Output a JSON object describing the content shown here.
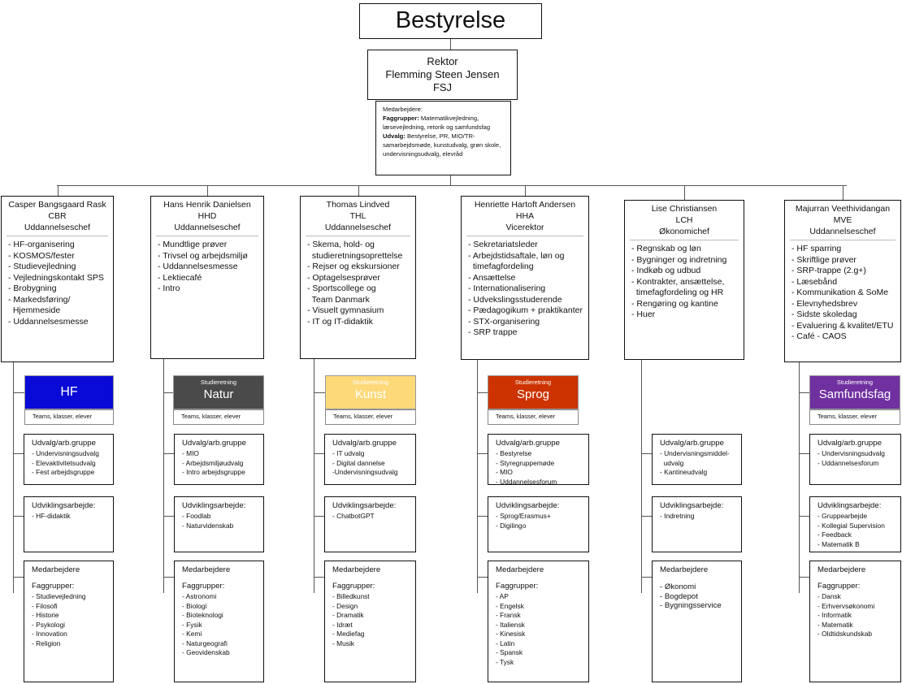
{
  "top": {
    "board": "Bestyrelse",
    "rector_lines": [
      "Rektor",
      "Flemming Steen Jensen",
      "FSJ"
    ],
    "staff_label": "Medarbejdere:",
    "faggrupper_label": "Faggrupper:",
    "faggrupper_text": "Matematikvejledning, læsevejledning, retorik og samfundsfag",
    "udvalg_label": "Udvalg:",
    "udvalg_text": "Bestyrelse, PR, MIO/TR-samarbejdsmøde, kunstudvalg, grøn skole, undervisningsudvalg, elevråd"
  },
  "columns": [
    {
      "head": [
        "Casper Bangsgaard Rask",
        "CBR",
        "Uddannelseschef"
      ],
      "tasks": [
        "- HF-organisering",
        "- KOSMOS/fester",
        "- Studievejledning",
        "- Vejledningskontakt SPS",
        "- Brobygning",
        "- Markedsføring/",
        "  Hjemmeside",
        "- Uddannelsesmesse"
      ],
      "strand": {
        "small": "",
        "big": "HF",
        "color": "#0a0ad6",
        "text_color": "#ffffff"
      },
      "strand_sub": "Teams, klasser, elever",
      "udvalg_title": "Udvalg/arb.gruppe",
      "udvalg": [
        "- Undervisningsudvalg",
        "- Elevaktivitetsudvalg",
        "- Fest arbejdsgruppe"
      ],
      "udv_title": "Udviklingsarbejde:",
      "udv": [
        "- HF-didaktik"
      ],
      "staff_title": "Medarbejdere",
      "fag_title": "Faggrupper:",
      "fag": [
        "- Studievejledning",
        "- Filosofi",
        "- Historie",
        "- Psykologi",
        "- Innovation",
        "- Religion"
      ]
    },
    {
      "head": [
        "Hans Henrik Danielsen",
        "HHD",
        "Uddannelseschef"
      ],
      "tasks": [
        "- Mundtlige prøver",
        "- Trivsel og arbejdsmiljø",
        "- Uddannelsesmesse",
        "- Lektiecafé",
        "- Intro"
      ],
      "strand": {
        "small": "Studieretning",
        "big": "Natur",
        "color": "#4a4a4a",
        "text_color": "#ffffff"
      },
      "strand_sub": "Teams, klasser, elever",
      "udvalg_title": "Udvalg/arb.gruppe",
      "udvalg": [
        "- MIO",
        "- Arbejdsmiljøudvalg",
        "- Intro arbejdsgruppe"
      ],
      "udv_title": "Udviklingsarbejde:",
      "udv": [
        "- Foodlab",
        "- Naturvidenskab"
      ],
      "staff_title": "Medarbejdere",
      "fag_title": "Faggrupper:",
      "fag": [
        "- Astronomi",
        "- Biologi",
        "- Bioteknologi",
        "- Fysik",
        "- Kemi",
        "- Naturgeografi",
        "- Geovidenskab"
      ]
    },
    {
      "head": [
        "Thomas Lindved",
        "THL",
        "Uddannelseschef"
      ],
      "tasks": [
        "- Skema, hold- og",
        "  studieretningsoprettelse",
        "- Rejser og ekskursioner",
        "- Optagelsesprøver",
        "- Sportscollege og",
        "  Team Danmark",
        "- Visuelt gymnasium",
        "- IT og IT-didaktik"
      ],
      "strand": {
        "small": "Studieretning",
        "big": "Kunst",
        "color": "#fdd97a",
        "text_color": "#ffffff"
      },
      "strand_sub": "Teams, klasser, elever",
      "udvalg_title": "Udvalg/arb.gruppe",
      "udvalg": [
        "- IT udvalg",
        "- Digital dannelse",
        "-Undervisningsudvalg"
      ],
      "udv_title": "Udviklingsarbejde:",
      "udv": [
        "- ChatbotGPT"
      ],
      "staff_title": "Medarbejdere",
      "fag_title": "Faggrupper:",
      "fag": [
        "- Billedkunst",
        "- Design",
        "- Dramatik",
        "- Idræt",
        "- Mediefag",
        "- Musik"
      ]
    },
    {
      "head": [
        "Henriette Hartoft Andersen",
        "HHA",
        "Vicerektor"
      ],
      "tasks": [
        "- Sekretariatsleder",
        "- Arbejdstidsaftale, løn og",
        "  timefagfordeling",
        "- Ansættelse",
        "- Internationalisering",
        "- Udvekslingsstuderende",
        "- Pædagogikum + praktikanter",
        "- STX-organisering",
        "- SRP trappe"
      ],
      "strand": {
        "small": "Studieretning",
        "big": "Sprog",
        "color": "#cc3300",
        "text_color": "#ffffff"
      },
      "strand_sub": "Teams, klasser, elever",
      "udvalg_title": "Udvalg/arb.gruppe",
      "udvalg": [
        "- Bestyrelse",
        "- Styregruppemøde",
        "- MIO",
        "- Uddannelsesforum"
      ],
      "udv_title": "Udviklingsarbejde:",
      "udv": [
        "- Sprog/Erasmus+",
        "- Digilingo"
      ],
      "staff_title": "Medarbejdere",
      "fag_title": "Faggrupper:",
      "fag": [
        "- AP",
        "- Engelsk",
        "- Fransk",
        "- Italiensk",
        "- Kinesisk",
        "- Latin",
        "- Spansk",
        "- Tysk"
      ]
    },
    {
      "head": [
        "Lise Christiansen",
        "LCH",
        "Økonomichef"
      ],
      "tasks": [
        "- Regnskab og løn",
        "- Bygninger og indretning",
        "- Indkøb og udbud",
        "- Kontrakter, ansættelse,",
        "  timefagfordeling og HR",
        "- Rengøring og kantine",
        "- Huer"
      ],
      "strand": null,
      "strand_sub": "",
      "udvalg_title": "Udvalg/arb.gruppe",
      "udvalg": [
        "- Undervisningsmiddel-",
        "  udvalg",
        "- Kantineudvalg"
      ],
      "udv_title": "Udviklingsarbejde:",
      "udv": [
        "- Indretning"
      ],
      "staff_title": "Medarbejdere",
      "fag_title": "",
      "fag": [
        "- Økonomi",
        "- Bogdepot",
        "- Bygningsservice"
      ]
    },
    {
      "head": [
        "Majurran Veethividangan",
        "MVE",
        "Uddannelseschef"
      ],
      "tasks": [
        "- HF sparring",
        "- Skriftlige prøver",
        "- SRP-trappe (2.g+)",
        "- Læsebånd",
        "- Kommunikation & SoMe",
        "- Elevnyhedsbrev",
        "- Sidste skoledag",
        "- Evaluering & kvalitet/ETU",
        "- Café - CAOS"
      ],
      "strand": {
        "small": "Studieretning",
        "big": "Samfundsfag",
        "color": "#7030a0",
        "text_color": "#ffffff"
      },
      "strand_sub": "Teams, klasser, elever",
      "udvalg_title": "Udvalg/arb.gruppe",
      "udvalg": [
        "- Undervisningsudvalg",
        "- Uddannelsesforum"
      ],
      "udv_title": "Udviklingsarbejde:",
      "udv": [
        "- Gruppearbejde",
        "- Kollegial Supervision",
        "- Feedback",
        "- Matematik B"
      ],
      "staff_title": "Medarbejdere",
      "fag_title": "Faggrupper:",
      "fag": [
        "- Dansk",
        "- Erhvervsøkonomi",
        "- Informatik",
        "- Matematik",
        "- Oldtidskundskab"
      ]
    }
  ]
}
